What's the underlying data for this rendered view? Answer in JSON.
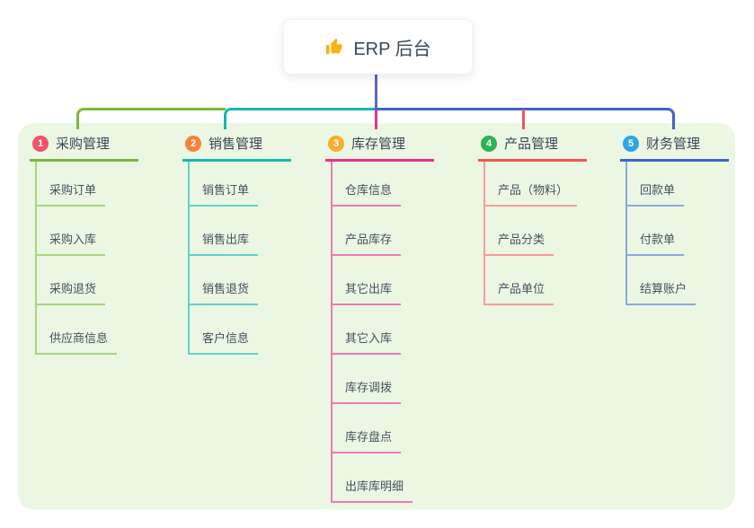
{
  "root": {
    "title": "ERP 后台",
    "icon": "thumbs-up-icon"
  },
  "colors": {
    "panel_bg": "#ebf7e3",
    "trunk_line": "#5a68c6",
    "root_text": "#3b4859",
    "thumb_icon": "#f6b40e"
  },
  "branches": [
    {
      "index": "1",
      "title": "采购管理",
      "badge_color": "#f4516b",
      "line_color": "#7cb93f",
      "child_line_color": "#a8d57d",
      "children": [
        "采购订单",
        "采购入库",
        "采购退货",
        "供应商信息"
      ]
    },
    {
      "index": "2",
      "title": "销售管理",
      "badge_color": "#f6833c",
      "line_color": "#14b8b1",
      "child_line_color": "#5fd3cb",
      "children": [
        "销售订单",
        "销售出库",
        "销售退货",
        "客户信息"
      ]
    },
    {
      "index": "3",
      "title": "库存管理",
      "badge_color": "#f8ae2a",
      "line_color": "#e2348f",
      "child_line_color": "#ef79b7",
      "children": [
        "仓库信息",
        "产品库存",
        "其它出库",
        "其它入库",
        "库存调拨",
        "库存盘点",
        "出库库明细"
      ]
    },
    {
      "index": "4",
      "title": "产品管理",
      "badge_color": "#2eb451",
      "line_color": "#f15551",
      "child_line_color": "#f79d97",
      "children": [
        "产品（物料）",
        "产品分类",
        "产品单位"
      ]
    },
    {
      "index": "5",
      "title": "财务管理",
      "badge_color": "#2fa4e8",
      "line_color": "#3f63cb",
      "child_line_color": "#87abdf",
      "children": [
        "回款单",
        "付款单",
        "结算账户"
      ]
    }
  ]
}
